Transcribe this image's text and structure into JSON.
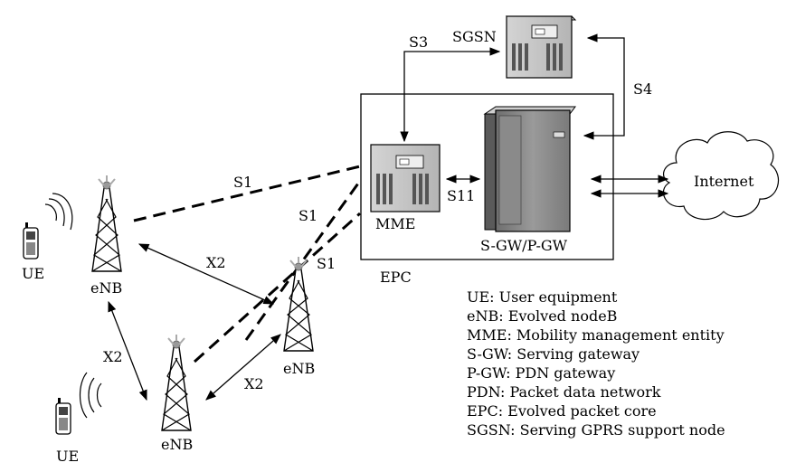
{
  "nodes": {
    "sgsn": "SGSN",
    "mme": "MME",
    "sgw_pgw": "S-GW/P-GW",
    "epc": "EPC",
    "internet": "Internet",
    "enb_top": "eNB",
    "enb_right": "eNB",
    "enb_bottom": "eNB",
    "ue_top": "UE",
    "ue_bottom": "UE"
  },
  "interfaces": {
    "s3": "S3",
    "s4": "S4",
    "s11": "S11",
    "s1_a": "S1",
    "s1_b": "S1",
    "s1_c": "S1",
    "x2_a": "X2",
    "x2_b": "X2",
    "x2_c": "X2"
  },
  "legend": [
    "UE: User equipment",
    "eNB: Evolved nodeB",
    "MME: Mobility management entity",
    "S-GW: Serving gateway",
    "P-GW: PDN gateway",
    "PDN: Packet data network",
    "EPC: Evolved packet core",
    "SGSN: Serving GPRS support node"
  ]
}
